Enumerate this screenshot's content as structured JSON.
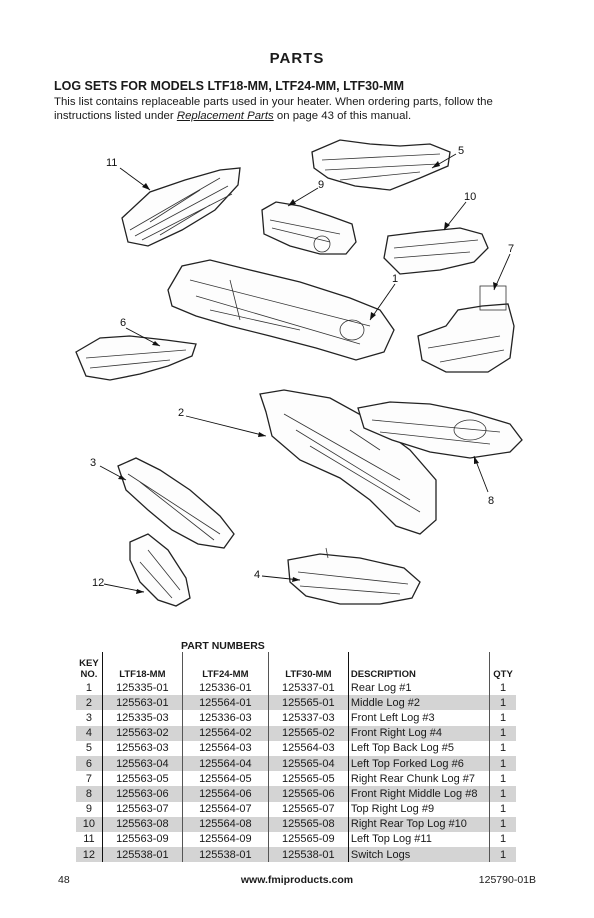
{
  "page": {
    "title": "PARTS",
    "subtitle": "LOG SETS FOR MODELS LTF18-MM, LTF24-MM, LTF30-MM",
    "intro_1": "This list contains replaceable parts used in your heater. When ordering parts, follow the instructions listed under",
    "intro_link": "Replacement Parts",
    "intro_2": "on page 43 of this manual."
  },
  "diagram": {
    "callouts": [
      "1",
      "2",
      "3",
      "4",
      "5",
      "6",
      "7",
      "8",
      "9",
      "10",
      "11",
      "12"
    ]
  },
  "table": {
    "group_header": "PART NUMBERS",
    "headers": {
      "key_line1": "KEY",
      "key_line2": "NO.",
      "p1": "LTF18-MM",
      "p2": "LTF24-MM",
      "p3": "LTF30-MM",
      "desc": "DESCRIPTION",
      "qty": "QTY"
    },
    "rows": [
      {
        "key": "1",
        "p1": "125335-01",
        "p2": "125336-01",
        "p3": "125337-01",
        "desc": "Rear Log #1",
        "qty": "1"
      },
      {
        "key": "2",
        "p1": "125563-01",
        "p2": "125564-01",
        "p3": "125565-01",
        "desc": "Middle Log #2",
        "qty": "1"
      },
      {
        "key": "3",
        "p1": "125335-03",
        "p2": "125336-03",
        "p3": "125337-03",
        "desc": "Front Left Log #3",
        "qty": "1"
      },
      {
        "key": "4",
        "p1": "125563-02",
        "p2": "125564-02",
        "p3": "125565-02",
        "desc": "Front Right Log #4",
        "qty": "1"
      },
      {
        "key": "5",
        "p1": "125563-03",
        "p2": "125564-03",
        "p3": "125564-03",
        "desc": "Left Top Back Log #5",
        "qty": "1"
      },
      {
        "key": "6",
        "p1": "125563-04",
        "p2": "125564-04",
        "p3": "125565-04",
        "desc": "Left Top Forked Log #6",
        "qty": "1"
      },
      {
        "key": "7",
        "p1": "125563-05",
        "p2": "125564-05",
        "p3": "125565-05",
        "desc": "Right Rear Chunk Log #7",
        "qty": "1"
      },
      {
        "key": "8",
        "p1": "125563-06",
        "p2": "125564-06",
        "p3": "125565-06",
        "desc": "Front Right Middle Log #8",
        "qty": "1"
      },
      {
        "key": "9",
        "p1": "125563-07",
        "p2": "125564-07",
        "p3": "125565-07",
        "desc": "Top Right Log #9",
        "qty": "1"
      },
      {
        "key": "10",
        "p1": "125563-08",
        "p2": "125564-08",
        "p3": "125565-08",
        "desc": "Right Rear Top Log #10",
        "qty": "1"
      },
      {
        "key": "11",
        "p1": "125563-09",
        "p2": "125564-09",
        "p3": "125565-09",
        "desc": "Left Top Log #11",
        "qty": "1"
      },
      {
        "key": "12",
        "p1": "125538-01",
        "p2": "125538-01",
        "p3": "125538-01",
        "desc": "Switch Logs",
        "qty": "1"
      }
    ]
  },
  "footer": {
    "page_number": "48",
    "url": "www.fmiproducts.com",
    "doc_number": "125790-01B"
  }
}
